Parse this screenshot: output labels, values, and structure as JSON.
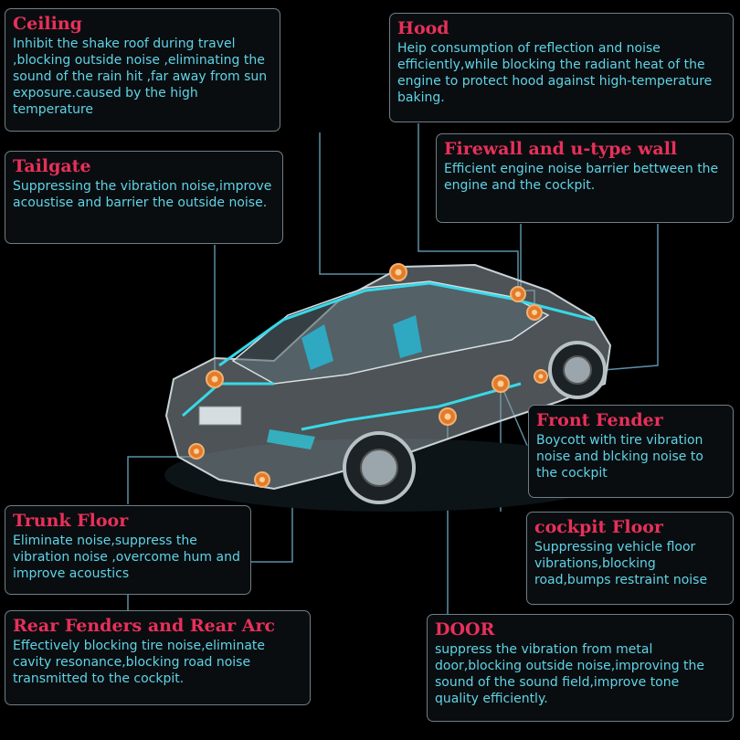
{
  "parts": {
    "ceiling": {
      "title": "Ceiling",
      "desc": "Inhibit the shake roof during travel ,blocking outside noise ,eliminating the sound of the rain hit ,far away from sun exposure.caused by the high temperature"
    },
    "hood": {
      "title": "Hood",
      "desc": "Heip consumption of reflection and noise efficiently,while blocking the radiant heat of the engine to protect hood against high-temperature baking."
    },
    "firewall": {
      "title": "Firewall and u-type wall",
      "desc": "Efficient engine noise barrier bettween the engine and the cockpit."
    },
    "tailgate": {
      "title": "Tailgate",
      "desc": "Suppressing the vibration noise,improve acoustise and barrier the outside noise."
    },
    "front_fender": {
      "title": "Front Fender",
      "desc": "Boycott with tire vibration noise and blcking noise to the cockpit"
    },
    "trunk_floor": {
      "title": "Trunk Floor",
      "desc": "Eliminate noise,suppress the vibration noise ,overcome hum and improve acoustics"
    },
    "cockpit_floor": {
      "title": "cockpit Floor",
      "desc": "Suppressing vehicle floor vibrations,blocking road,bumps restraint noise"
    },
    "rear_fenders": {
      "title": "Rear Fenders and Rear Arc",
      "desc": "Effectively blocking tire noise,eliminate cavity resonance,blocking road noise transmitted to the cockpit."
    },
    "door": {
      "title": "DOOR",
      "desc": "suppress the vibration from metal door,blocking outside noise,improving the sound of the sound field,improve tone quality efficiently."
    }
  },
  "colors": {
    "title": "#e8305a",
    "text": "#5fd4e6",
    "connector": "#5b8fa6",
    "marker": "#e27c2a",
    "border": "#6f7f86"
  }
}
